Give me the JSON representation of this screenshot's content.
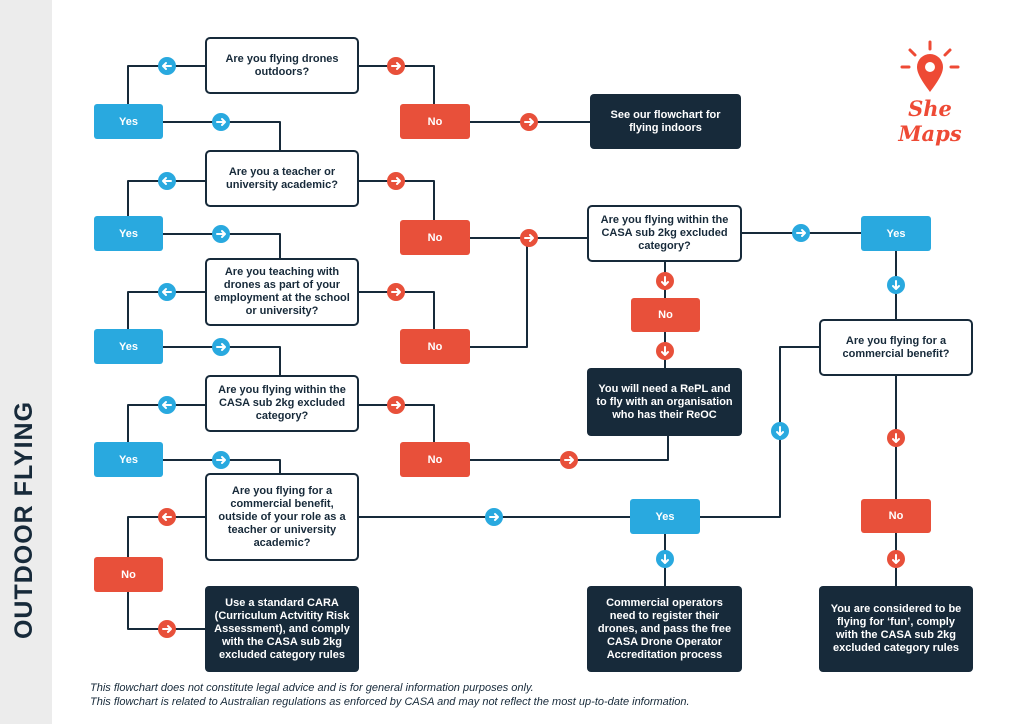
{
  "side_title": "OUTDOOR FLYING",
  "logo": {
    "text": "She Maps",
    "icon": "map-pin-icon"
  },
  "colors": {
    "navy": "#172a3a",
    "blue": "#29a9df",
    "red": "#e8503a",
    "sidebar": "#ececec"
  },
  "labels": {
    "yes": "Yes",
    "no": "No"
  },
  "questions": {
    "q1": "Are you flying drones outdoors?",
    "q2": "Are you a teacher or university academic?",
    "q3": "Are you teaching with drones as part of your employment at the school or university?",
    "q4": "Are you flying within the CASA sub 2kg excluded category?",
    "q5": "Are you flying for a commercial benefit, outside of your role as a teacher or university academic?",
    "q6": "Are you flying within the CASA sub 2kg excluded category?",
    "q7": "Are you flying for a commercial benefit?"
  },
  "outcomes": {
    "indoors": "See our flowchart for flying indoors",
    "repl": "You will need a RePL and to fly with an organisation who has their ReOC",
    "cara": "Use a standard CARA (Curriculum Actvitity Risk Assessment), and comply with the CASA sub 2kg excluded category rules",
    "commercial": "Commercial operators need to register their drones, and pass the free CASA Drone Operator Accreditation process",
    "fun": "You are considered to be flying for ‘fun’, comply with the CASA sub 2kg excluded category rules"
  },
  "disclaimer": [
    "This flowchart does not constitute legal advice and is for general information purposes only.",
    "This flowchart is related to Australian regulations as enforced by CASA and may not reflect the most up-to-date information."
  ]
}
